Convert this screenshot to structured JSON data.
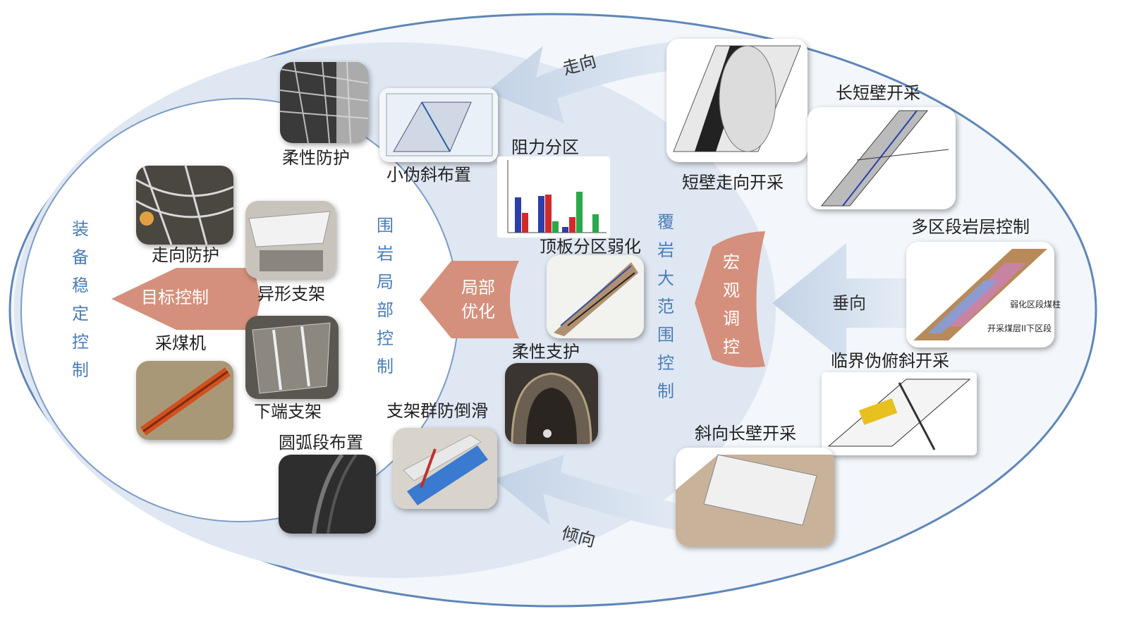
{
  "outer": {
    "title": "装备稳定控制",
    "center_label": "目标控制"
  },
  "equipment": {
    "items": [
      "走向防护",
      "异形支架",
      "采煤机",
      "下端支架"
    ]
  },
  "local": {
    "title": "围岩局部控制",
    "block_label": "局部优化",
    "items": [
      "柔性防护",
      "小伪斜布置",
      "阻力分区",
      "顶板分区弱化",
      "柔性支护",
      "支架群防倒滑",
      "圆弧段布置"
    ]
  },
  "macro": {
    "title": "覆岩大范围控制",
    "block_label": "宏观调控",
    "items": [
      "短壁走向开采",
      "长短壁开采",
      "多区段岩层控制",
      "临界伪俯斜开采",
      "斜向长壁开采"
    ]
  },
  "directions": {
    "strike": "走向",
    "vertical": "垂向",
    "dip": "倾向"
  },
  "figure_text": {
    "coal_pillar": "弱化区段煤柱",
    "lower_section": "开采煤层II下区段"
  },
  "colors": {
    "accent_salmon": "#d4907c",
    "title_blue": "#4a7db8",
    "ellipse_fill": "#dde6f2",
    "arrow_fill": "#c8d6e8"
  }
}
